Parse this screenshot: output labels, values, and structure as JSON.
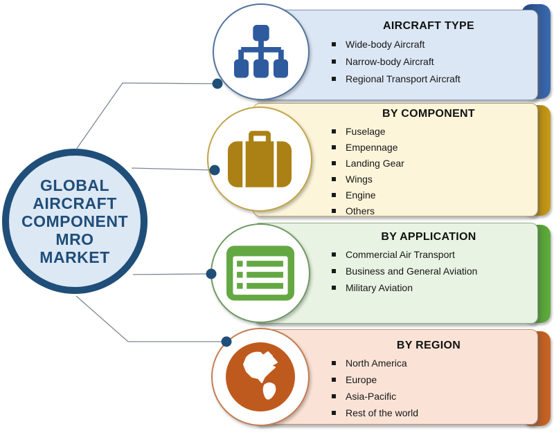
{
  "center": {
    "title": "GLOBAL AIRCRAFT COMPONENT MRO MARKET",
    "title_lines": [
      "GLOBAL",
      "AIRCRAFT",
      "COMPONENT",
      "MRO",
      "MARKET"
    ]
  },
  "panels": [
    {
      "header": "AIRCRAFT TYPE",
      "items": [
        "Wide-body Aircraft",
        "Narrow-body Aircraft",
        "Regional Transport Aircraft"
      ],
      "icon": "hierarchy-icon",
      "fill_color": "#dce7f5",
      "accent_color": "#2f5795"
    },
    {
      "header": "BY COMPONENT",
      "items": [
        "Fuselage",
        "Empennage",
        "Landing Gear",
        "Wings",
        "Engine",
        "Others"
      ],
      "icon": "briefcase-icon",
      "fill_color": "#fdf5da",
      "accent_color": "#b8860b"
    },
    {
      "header": "BY APPLICATION",
      "items": [
        "Commercial Air Transport",
        "Business and General Aviation",
        "Military Aviation"
      ],
      "icon": "list-icon",
      "fill_color": "#e9f3e3",
      "accent_color": "#55a339"
    },
    {
      "header": "BY REGION",
      "items": [
        "North America",
        "Europe",
        "Asia-Pacific",
        "Rest of the world"
      ],
      "icon": "globe-icon",
      "fill_color": "#fae3d6",
      "accent_color": "#c05a1a"
    }
  ],
  "colors": {
    "center_border": "#1f4e79",
    "center_fill": "#dde8f5",
    "center_text": "#1f4e79",
    "connector_line": "#7b8794",
    "connector_dot": "#1f4e79",
    "icon_blue": "#2e5a9e",
    "icon_gold": "#ab8015",
    "icon_green": "#64a844",
    "icon_rust": "#bf5a1e"
  }
}
